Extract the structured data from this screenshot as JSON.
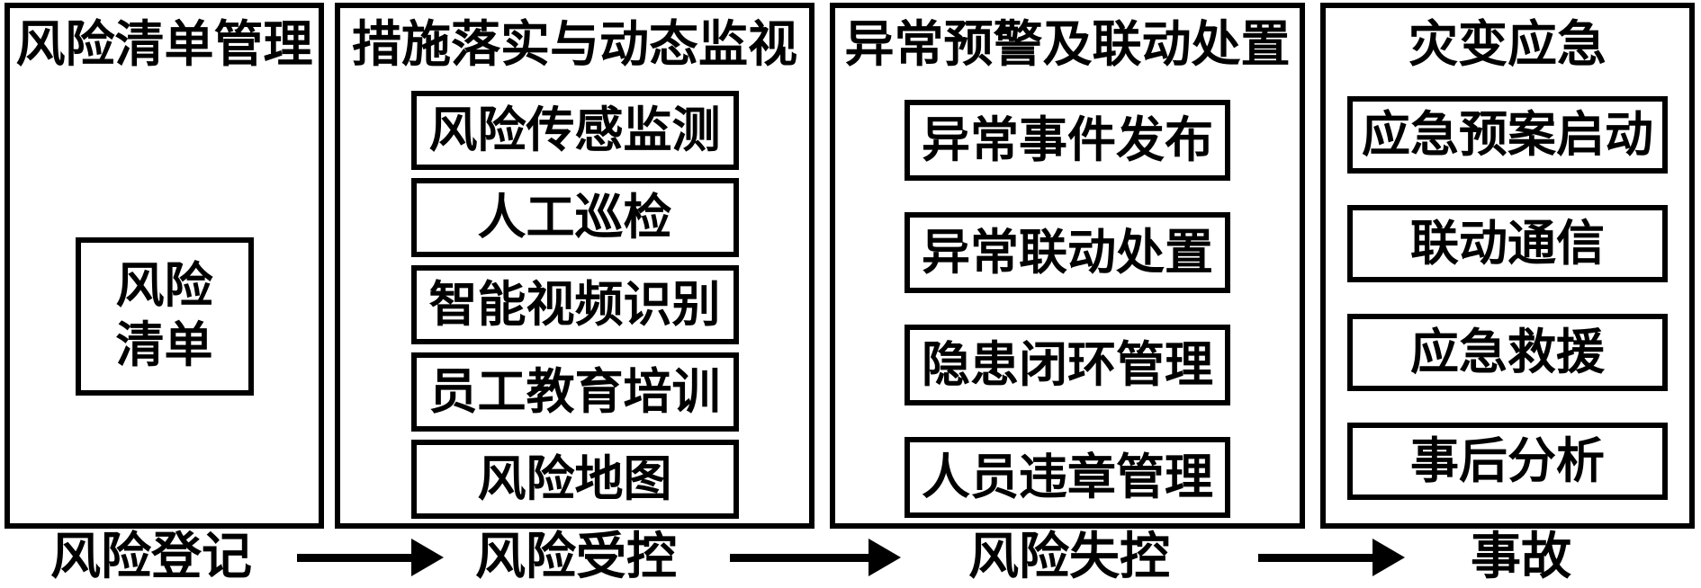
{
  "diagram": {
    "panels": [
      {
        "title": "风险清单管理",
        "boxes": [
          "风险\n清单"
        ]
      },
      {
        "title": "措施落实与动态监视",
        "boxes": [
          "风险传感监测",
          "人工巡检",
          "智能视频识别",
          "员工教育培训",
          "风险地图"
        ]
      },
      {
        "title": "异常预警及联动处置",
        "boxes": [
          "异常事件发布",
          "异常联动处置",
          "隐患闭环管理",
          "人员违章管理"
        ]
      },
      {
        "title": "灾变应急",
        "boxes": [
          "应急预案启动",
          "联动通信",
          "应急救援",
          "事后分析"
        ]
      }
    ],
    "stages": [
      "风险登记",
      "风险受控",
      "风险失控",
      "事故"
    ],
    "colors": {
      "ink": "#000000",
      "background": "#ffffff"
    }
  }
}
